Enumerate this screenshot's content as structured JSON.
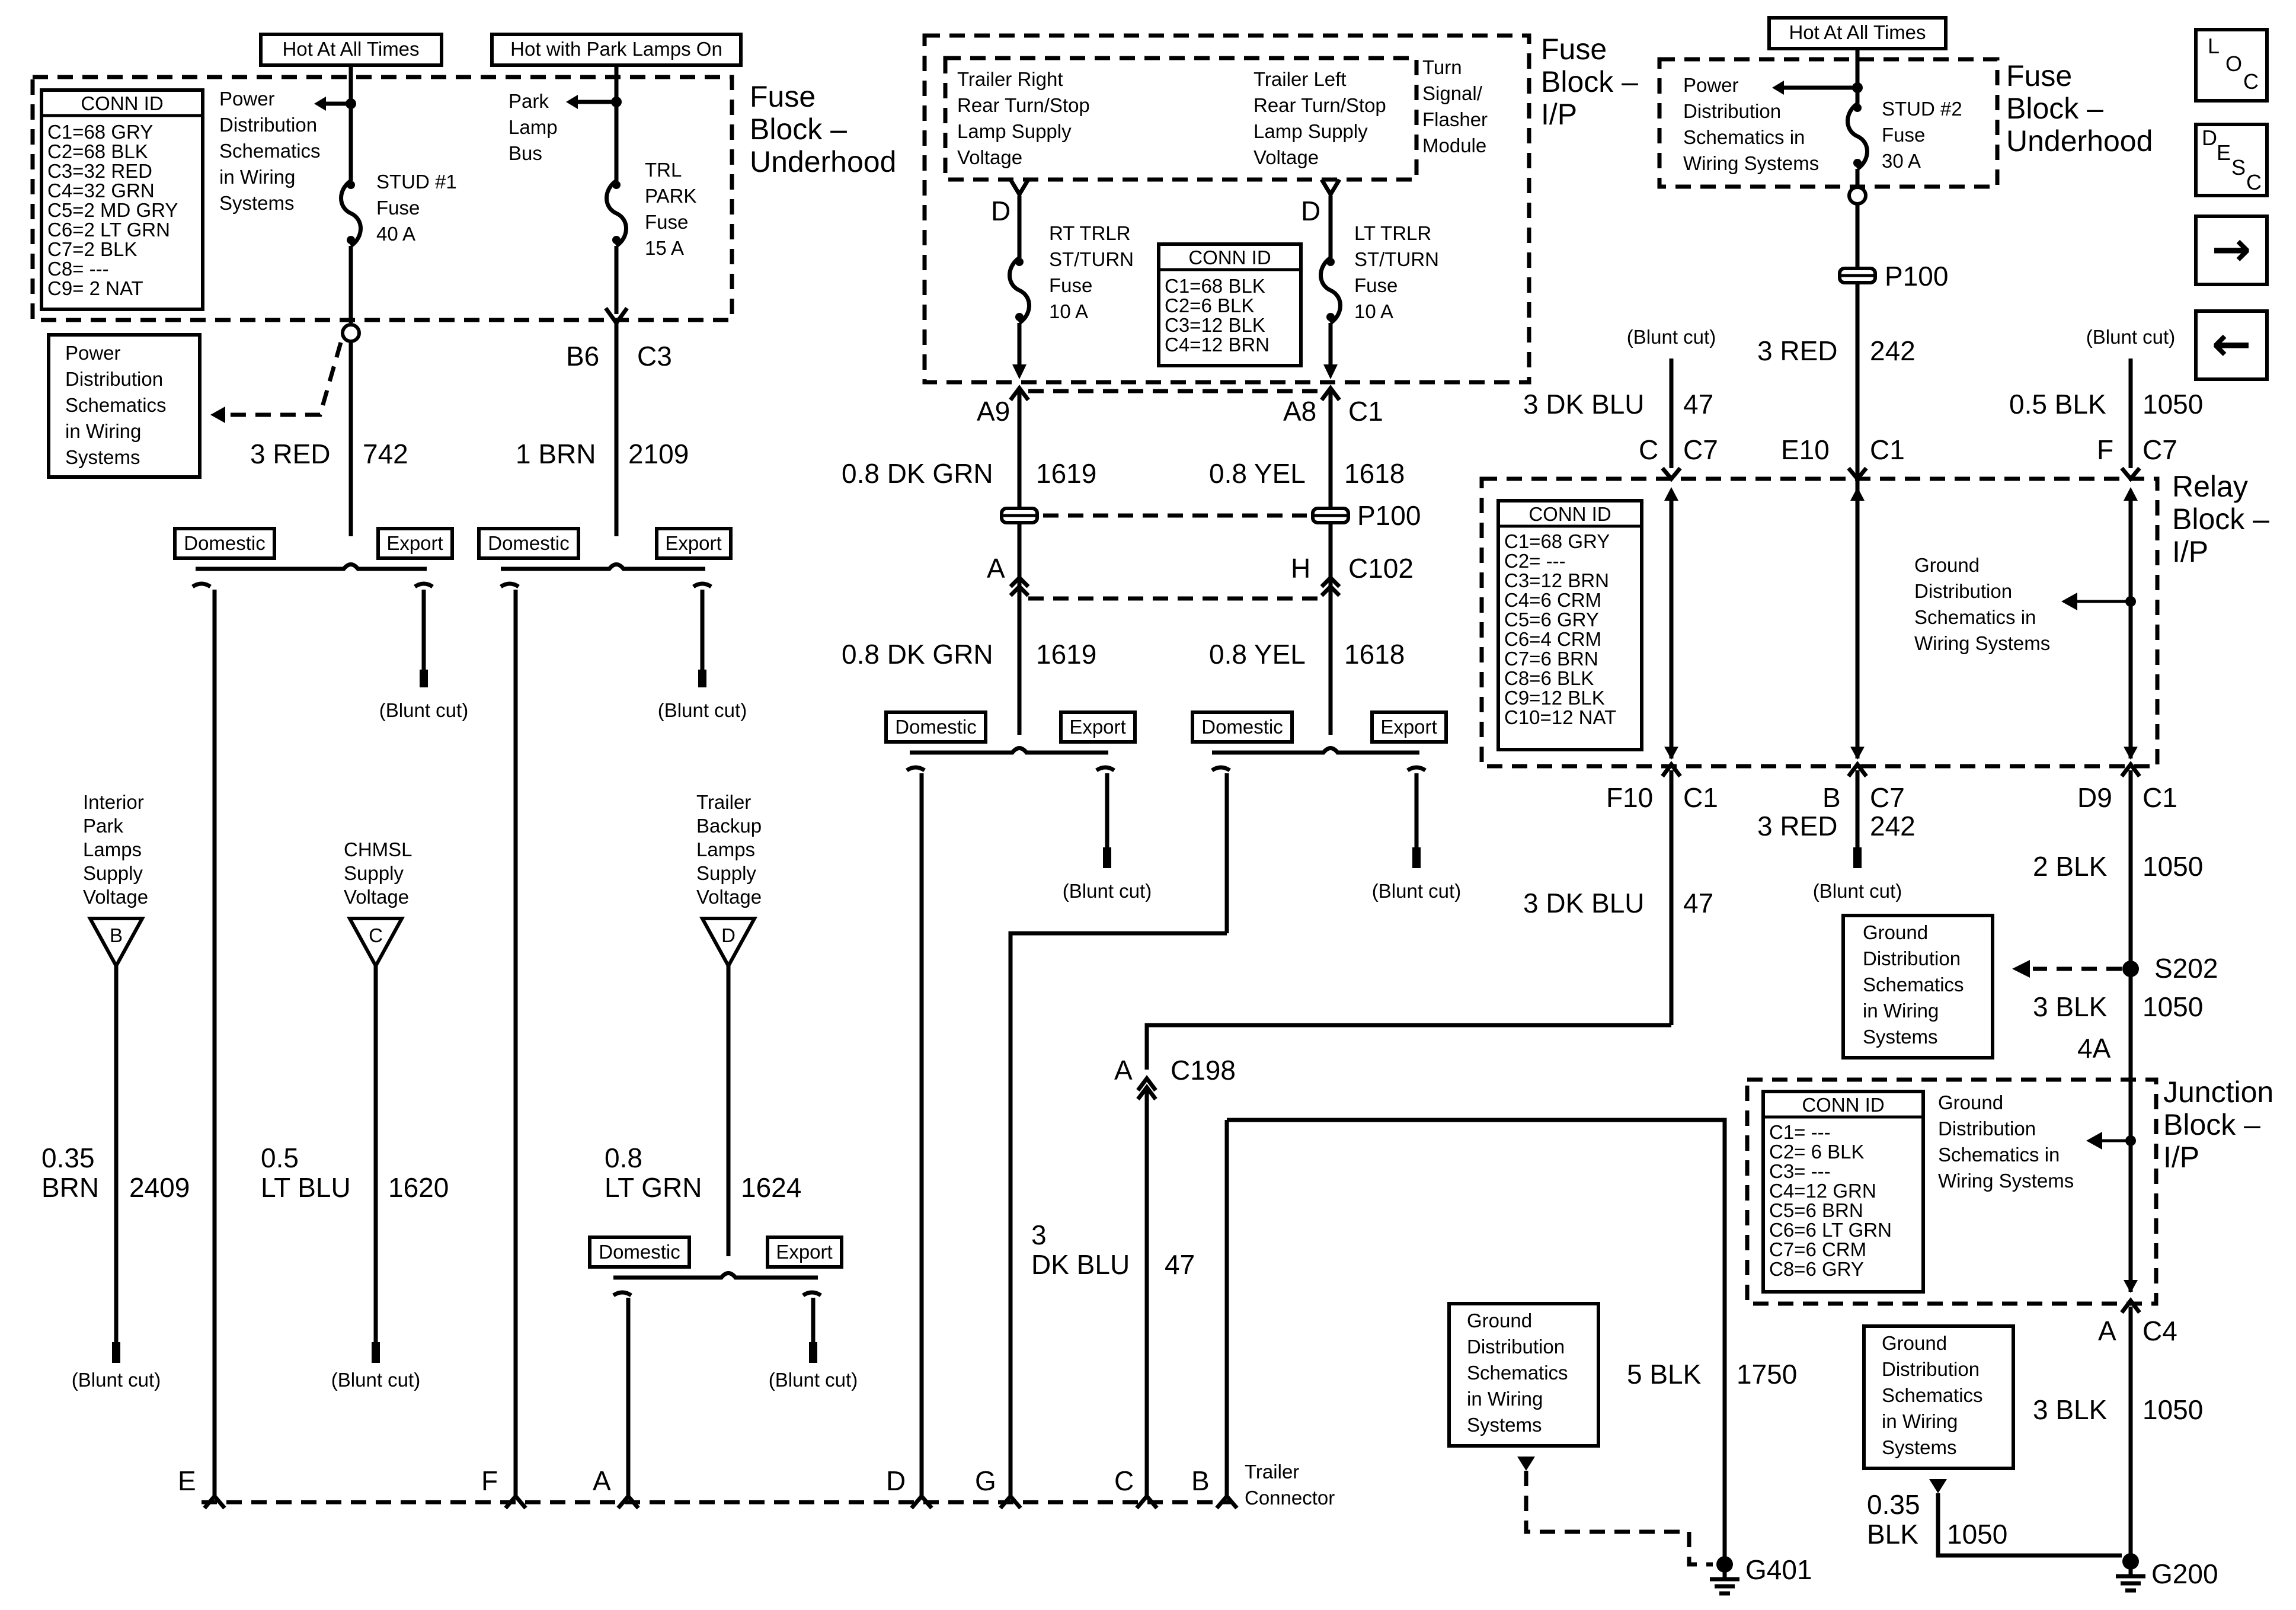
{
  "hot_all_times": "Hot At All Times",
  "hot_park": "Hot with Park Lamps On",
  "fuse_block_uh": [
    "Fuse",
    "Block –",
    "Underhood"
  ],
  "fuse_block_ip": [
    "Fuse",
    "Block –",
    "I/P"
  ],
  "relay_block": [
    "Relay",
    "Block –",
    "I/P"
  ],
  "junction_block": [
    "Junction",
    "Block –",
    "I/P"
  ],
  "conn_id_title": "CONN ID",
  "conn_uh": [
    "C1=68 GRY",
    "C2=68 BLK",
    "C3=32 RED",
    "C4=32 GRN",
    "C5=2 MD GRY",
    "C6=2 LT GRN",
    "C7=2 BLK",
    "C8= ---",
    "C9= 2 NAT"
  ],
  "conn_ip": [
    "C1=68 BLK",
    "C2=6 BLK",
    "C3=12 BLK",
    "C4=12 BRN"
  ],
  "conn_relay": [
    "C1=68 GRY",
    "C2= ---",
    "C3=12 BRN",
    "C4=6 CRM",
    "C5=6 GRY",
    "C6=4 CRM",
    "C7=6 BRN",
    "C8=6 BLK",
    "C9=12 BLK",
    "C10=12 NAT"
  ],
  "conn_junction": [
    "C1= ---",
    "C2= 6 BLK",
    "C3= ---",
    "C4=12 GRN",
    "C5=6 BRN",
    "C6=6 LT GRN",
    "C7=6 CRM",
    "C8=6 GRY"
  ],
  "power_dist": [
    "Power",
    "Distribution",
    "Schematics",
    "in Wiring",
    "Systems"
  ],
  "power_dist_right": [
    "Power",
    "Distribution",
    "Schematics in",
    "Wiring Systems"
  ],
  "ground_dist": [
    "Ground",
    "Distribution",
    "Schematics",
    "in Wiring",
    "Systems"
  ],
  "ground_dist_relay": [
    "Ground",
    "Distribution",
    "Schematics in",
    "Wiring Systems"
  ],
  "stud1": [
    "STUD #1",
    "Fuse",
    "40 A"
  ],
  "stud2": [
    "STUD #2",
    "Fuse",
    "30 A"
  ],
  "trl_park": [
    "TRL",
    "PARK",
    "Fuse",
    "15 A"
  ],
  "park_lamp_bus": [
    "Park",
    "Lamp",
    "Bus"
  ],
  "rt_trlr_fuse": [
    "RT TRLR",
    "ST/TURN",
    "Fuse",
    "10 A"
  ],
  "lt_trlr_fuse": [
    "LT TRLR",
    "ST/TURN",
    "Fuse",
    "10 A"
  ],
  "trailer_right": [
    "Trailer Right",
    "Rear Turn/Stop",
    "Lamp Supply",
    "Voltage"
  ],
  "trailer_left": [
    "Trailer Left",
    "Rear Turn/Stop",
    "Lamp Supply",
    "Voltage"
  ],
  "turn_signal": [
    "Turn",
    "Signal/",
    "Flasher",
    "Module"
  ],
  "domestic": "Domestic",
  "export": "Export",
  "blunt_cut": "(Blunt cut)",
  "interior_park": [
    "Interior",
    "Park",
    "Lamps",
    "Supply",
    "Voltage"
  ],
  "chmsl": [
    "CHMSL",
    "Supply",
    "Voltage"
  ],
  "trailer_backup": [
    "Trailer",
    "Backup",
    "Lamps",
    "Supply",
    "Voltage"
  ],
  "trailer_connector": [
    "Trailer",
    "Connector"
  ],
  "locator_loc": [
    "L",
    "O",
    "C"
  ],
  "locator_desc": [
    "D",
    "E",
    "S",
    "C"
  ],
  "nav_right": "→",
  "nav_left": "←",
  "labels": {
    "red742": [
      "3 RED",
      "742"
    ],
    "brn2109": [
      "1 BRN",
      "2109"
    ],
    "b6": "B6",
    "c3": "C3",
    "d": "D",
    "a9": "A9",
    "a8": "A8",
    "c1": "C1",
    "dkgrn1619": [
      "0.8 DK GRN",
      "1619"
    ],
    "yel1618": [
      "0.8 YEL",
      "1618"
    ],
    "p100": "P100",
    "a": "A",
    "h": "H",
    "c102": "C102",
    "dkblu47": [
      "3 DK BLU",
      "47"
    ],
    "red242": [
      "3 RED",
      "242"
    ],
    "blk1050_05": [
      "0.5 BLK",
      "1050"
    ],
    "c": "C",
    "c7": "C7",
    "e10": "E10",
    "f": "F",
    "f10": "F10",
    "b": "B",
    "d9": "D9",
    "blk1050_2": [
      "2 BLK",
      "1050"
    ],
    "s202": "S202",
    "blk1050_3": [
      "3 BLK",
      "1050"
    ],
    "a4": "4A",
    "c4": "C4",
    "blk1750": [
      "5 BLK",
      "1750"
    ],
    "blk1050_035": [
      "0.35",
      "BLK",
      "1050"
    ],
    "g401": "G401",
    "g200": "G200",
    "c198": "C198",
    "dkblu47_3": [
      "3",
      "DK BLU",
      "47"
    ],
    "brn2409": [
      "0.35",
      "BRN",
      "2409"
    ],
    "ltblu1620": [
      "0.5",
      "LT BLU",
      "1620"
    ],
    "ltgrn1624": [
      "0.8",
      "LT GRN",
      "1624"
    ],
    "pin_b": "B",
    "pin_c": "C",
    "pin_d": "D",
    "conn_pins": [
      "E",
      "F",
      "A",
      "D",
      "G",
      "C",
      "B"
    ]
  }
}
